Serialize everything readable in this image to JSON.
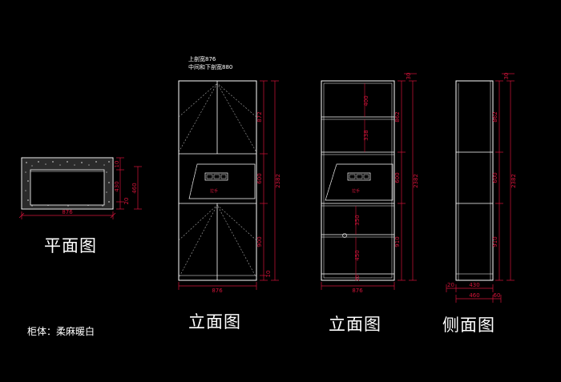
{
  "colors": {
    "background": "#000000",
    "line": "#ffffff",
    "dimension": "#d4143a",
    "hatch": "#888888"
  },
  "plan": {
    "title": "平面图",
    "dims": {
      "width": "876",
      "d10": "10",
      "d430": "430",
      "d20": "20",
      "d460": "460"
    }
  },
  "front1": {
    "title": "立面图",
    "note_top": "上剖宽876",
    "note_bottom": "中间和下剖宽880",
    "dims": {
      "width": "876",
      "d872": "872",
      "d600": "600",
      "d900": "900",
      "d10": "10",
      "total": "2382"
    },
    "window_text": "拉手"
  },
  "front2": {
    "title": "立面图",
    "dims": {
      "width": "876",
      "d400": "400",
      "d338": "338",
      "d862": "862",
      "d600": "600",
      "d350": "350",
      "d450": "450",
      "d910": "910",
      "d20": "20",
      "d30": "30",
      "total": "2382"
    },
    "window_text": "拉手"
  },
  "side": {
    "title": "侧面图",
    "dims": {
      "d30": "30",
      "d862": "862",
      "d600": "600",
      "d910": "910",
      "total": "2382",
      "d20": "20",
      "d430": "430",
      "d460": "460",
      "d60": "60"
    }
  },
  "material_note": "柜体：柔麻暖白"
}
